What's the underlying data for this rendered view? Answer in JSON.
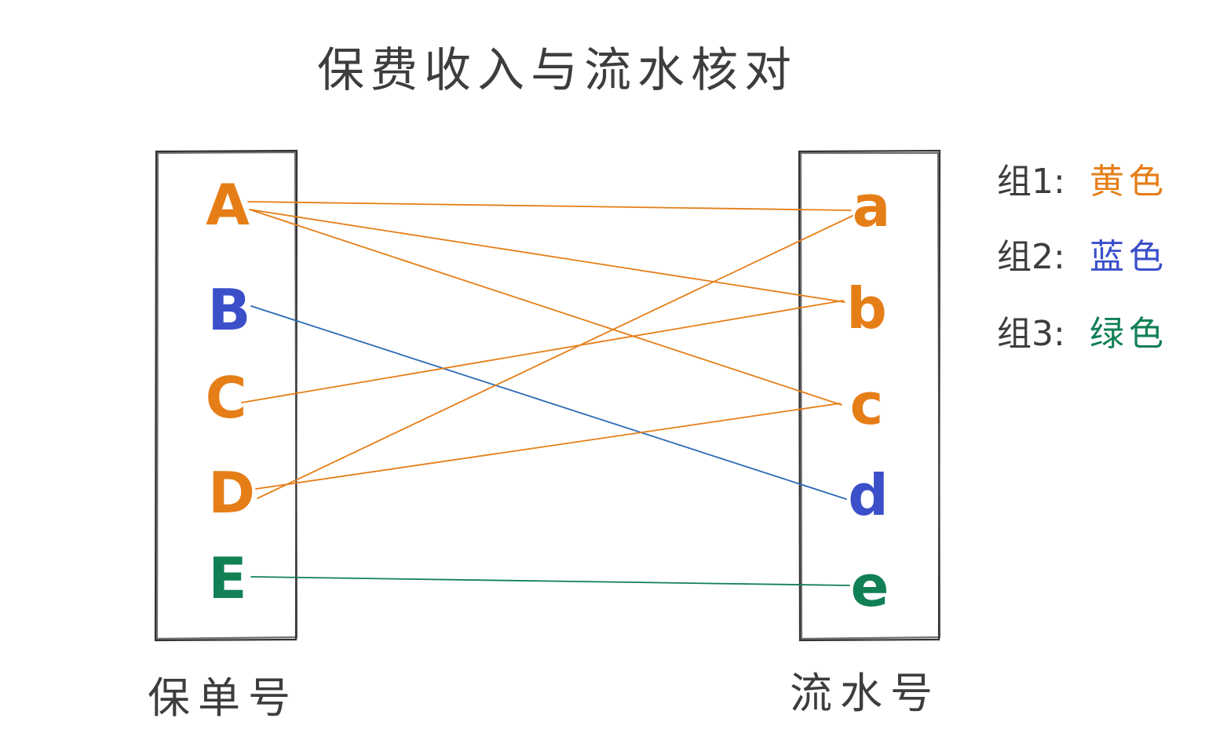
{
  "title": "保费收入与流水核对",
  "left_column": {
    "label": "保单号",
    "nodes": [
      {
        "id": "A",
        "text": "A",
        "color": "#E67E17"
      },
      {
        "id": "B",
        "text": "B",
        "color": "#3B4FC9"
      },
      {
        "id": "C",
        "text": "C",
        "color": "#E67E17"
      },
      {
        "id": "D",
        "text": "D",
        "color": "#E67E17"
      },
      {
        "id": "E",
        "text": "E",
        "color": "#118055"
      }
    ]
  },
  "right_column": {
    "label": "流水号",
    "nodes": [
      {
        "id": "a",
        "text": "a",
        "color": "#E67E17"
      },
      {
        "id": "b",
        "text": "b",
        "color": "#E67E17"
      },
      {
        "id": "c",
        "text": "c",
        "color": "#E67E17"
      },
      {
        "id": "d",
        "text": "d",
        "color": "#3B4FC9"
      },
      {
        "id": "e",
        "text": "e",
        "color": "#118055"
      }
    ]
  },
  "links": [
    {
      "from": "A",
      "to": "a",
      "color": "#E67E17"
    },
    {
      "from": "A",
      "to": "b",
      "color": "#E67E17"
    },
    {
      "from": "A",
      "to": "c",
      "color": "#E67E17"
    },
    {
      "from": "B",
      "to": "d",
      "color": "#2A6BB5"
    },
    {
      "from": "C",
      "to": "b",
      "color": "#E67E17"
    },
    {
      "from": "D",
      "to": "a",
      "color": "#E67E17"
    },
    {
      "from": "D",
      "to": "c",
      "color": "#E67E17"
    },
    {
      "from": "E",
      "to": "e",
      "color": "#118055"
    }
  ],
  "legend": [
    {
      "prefix": "组1:",
      "color_name": "黄色",
      "color": "#E67E17"
    },
    {
      "prefix": "组2:",
      "color_name": "蓝色",
      "color": "#3B4FC9"
    },
    {
      "prefix": "组3:",
      "color_name": "绿色",
      "color": "#118055"
    }
  ]
}
